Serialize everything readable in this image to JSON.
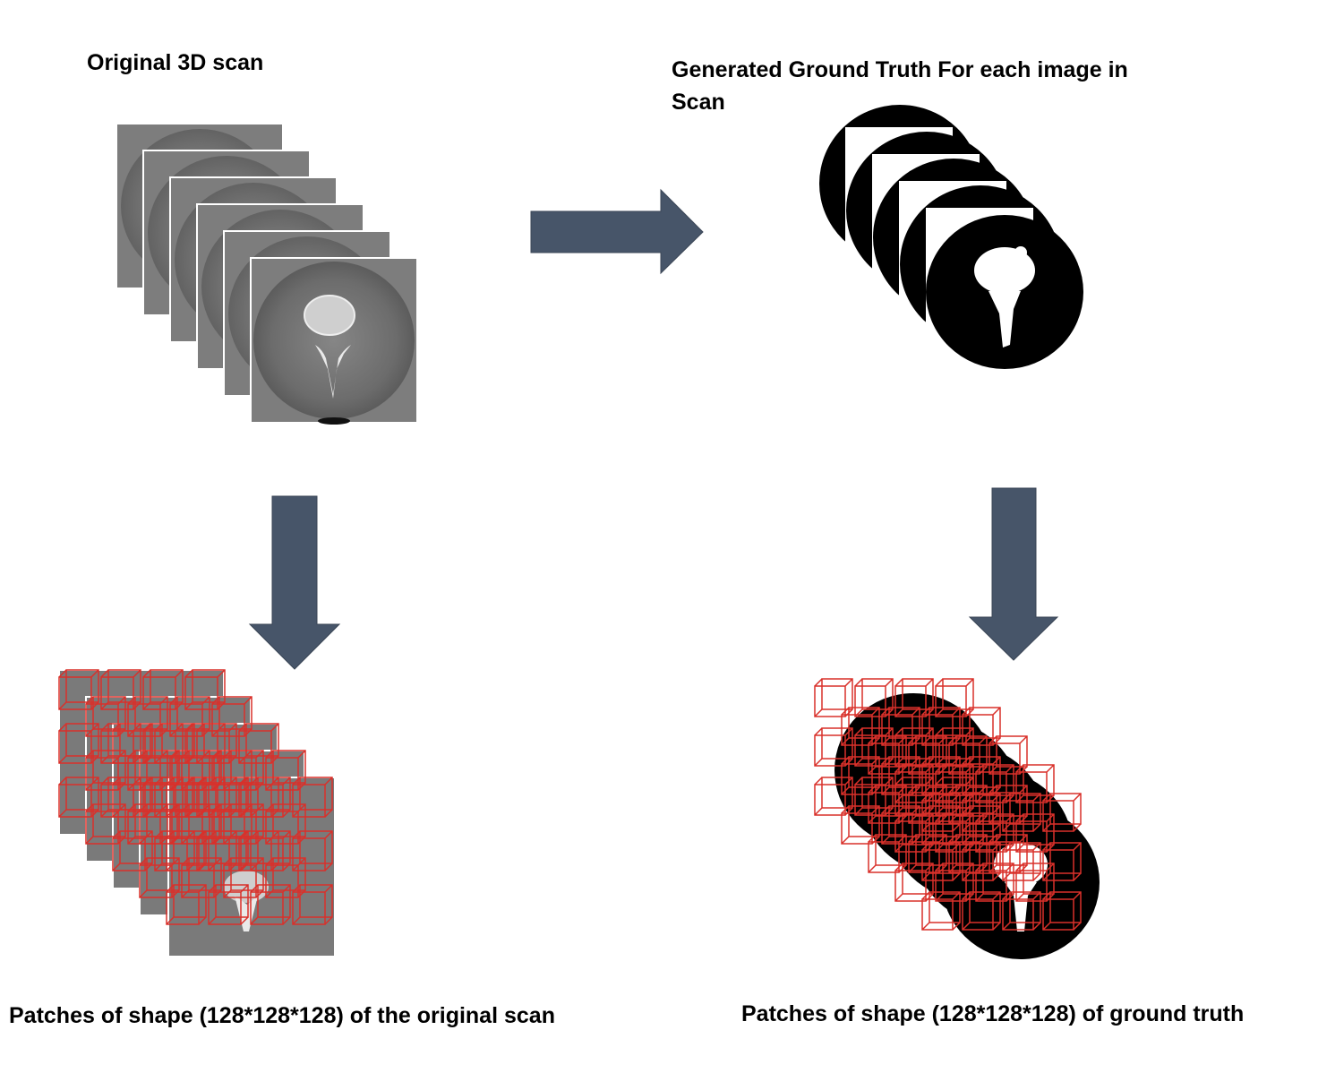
{
  "labels": {
    "original_scan": "Original 3D scan",
    "ground_truth": "Generated Ground Truth For each image in Scan",
    "patches_scan": "Patches of shape (128*128*128) of the original scan",
    "patches_gt": "Patches of shape (128*128*128) of ground truth"
  },
  "colors": {
    "arrow": "#475569",
    "patch_outline": "#d9302a",
    "ct_gray": "#7a7a7a",
    "mask_black": "#000000"
  }
}
